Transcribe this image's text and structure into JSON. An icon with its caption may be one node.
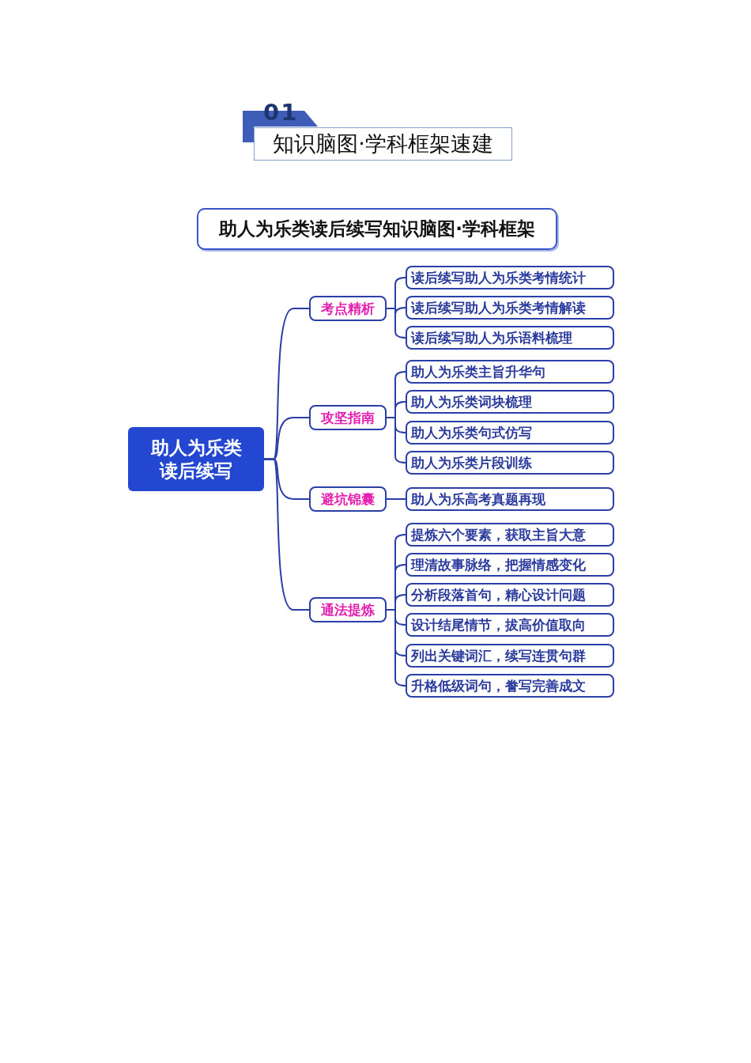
{
  "diagram": {
    "title": "知识脑图·学科框架速建",
    "labels": [
      "01"
    ],
    "nodes": [
      {
        "text": [
          "助人为乐类读后续写知识脑图·学科框架"
        ]
      },
      {
        "text": [
          "助人为乐类读后续写"
        ]
      },
      {
        "text": [
          "考点精析"
        ]
      },
      {
        "text": [
          "读后续写助人为乐类考情统计"
        ]
      },
      {
        "text": [
          "读后续写助人为乐类考情解读"
        ]
      },
      {
        "text": [
          "读后续写助人为乐语料梳理"
        ]
      },
      {
        "text": [
          "攻坚指南"
        ]
      },
      {
        "text": [
          "助人为乐类主旨升华句"
        ]
      },
      {
        "text": [
          "助人为乐类词块梳理"
        ]
      },
      {
        "text": [
          "助人为乐类句式仿写"
        ]
      },
      {
        "text": [
          "助人为乐类片段训练"
        ]
      },
      {
        "text": [
          "避坑锦囊"
        ]
      },
      {
        "text": [
          "助人为乐高考真题再现"
        ]
      },
      {
        "text": [
          "通法提炼"
        ]
      },
      {
        "text": [
          "提炼六个要素，获取主旨大意"
        ]
      },
      {
        "text": [
          "理清故事脉络，把握情感变化"
        ]
      },
      {
        "text": [
          "分析段落首句，精心设计问题"
        ]
      },
      {
        "text": [
          "设计结尾情节，拔高价值取向"
        ]
      },
      {
        "text": [
          "列出关键词汇，续写连贯句群"
        ]
      },
      {
        "text": [
          "升格低级词句，誊写完善成文"
        ]
      }
    ],
    "edges": [
      {
        "from": 1,
        "to": 2,
        "arrow": "none"
      },
      {
        "from": 1,
        "to": 6,
        "arrow": "none"
      },
      {
        "from": 1,
        "to": 11,
        "arrow": "none"
      },
      {
        "from": 1,
        "to": 13,
        "arrow": "none"
      },
      {
        "from": 2,
        "to": 3,
        "arrow": "none"
      },
      {
        "from": 2,
        "to": 4,
        "arrow": "none"
      },
      {
        "from": 2,
        "to": 5,
        "arrow": "none"
      },
      {
        "from": 6,
        "to": 7,
        "arrow": "none"
      },
      {
        "from": 6,
        "to": 8,
        "arrow": "none"
      },
      {
        "from": 6,
        "to": 9,
        "arrow": "none"
      },
      {
        "from": 6,
        "to": 10,
        "arrow": "none"
      },
      {
        "from": 11,
        "to": 12,
        "arrow": "none"
      },
      {
        "from": 13,
        "to": 14,
        "arrow": "none"
      },
      {
        "from": 13,
        "to": 15,
        "arrow": "none"
      },
      {
        "from": 13,
        "to": 16,
        "arrow": "none"
      },
      {
        "from": 13,
        "to": 17,
        "arrow": "none"
      },
      {
        "from": 13,
        "to": 18,
        "arrow": "none"
      },
      {
        "from": 13,
        "to": 19,
        "arrow": "none"
      }
    ]
  }
}
